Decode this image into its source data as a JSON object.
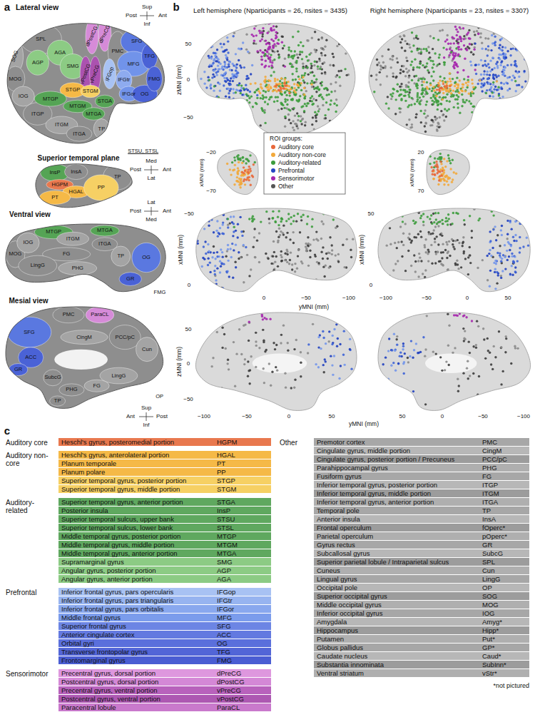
{
  "diagram": {
    "nodes": [
      {
        "text": [
          "Heschl's gyrus, posteromedial portion",
          "HGPM"
        ]
      },
      {
        "text": [
          "Heschl's gyrus, anterolateral portion",
          "HGAL"
        ]
      },
      {
        "text": [
          "Planum temporale",
          "PT"
        ]
      },
      {
        "text": [
          "Planum polare",
          "PP"
        ]
      },
      {
        "text": [
          "Superior temporal gyrus, posterior portion",
          "STGP"
        ]
      },
      {
        "text": [
          "Superior temporal gyrus, middle portion",
          "STGM"
        ]
      },
      {
        "text": [
          "Superior temporal gyrus, anterior portion",
          "STGA"
        ]
      },
      {
        "text": [
          "Posterior insula",
          "InsP"
        ]
      },
      {
        "text": [
          "Superior temporal sulcus, upper bank",
          "STSU"
        ]
      },
      {
        "text": [
          "Superior temporal sulcus, lower bank",
          "STSL"
        ]
      },
      {
        "text": [
          "Middle temporal gyrus, posterior portion",
          "MTGP"
        ]
      },
      {
        "text": [
          "Middle temporal gyrus, middle portion",
          "MTGM"
        ]
      },
      {
        "text": [
          "Middle temporal gyrus, anterior portion",
          "MTGA"
        ]
      },
      {
        "text": [
          "Supramarginal gyrus",
          "SMG"
        ]
      },
      {
        "text": [
          "Angular gyrus, posterior portion",
          "AGP"
        ]
      },
      {
        "text": [
          "Angular gyrus, anterior portion",
          "AGA"
        ]
      },
      {
        "text": [
          "Inferior frontal gyrus, pars opercularis",
          "IFGop"
        ]
      },
      {
        "text": [
          "Inferior frontal gyrus, pars triangularis",
          "IFGtr"
        ]
      },
      {
        "text": [
          "Inferior frontal gyrus, pars orbitalis",
          "IFGor"
        ]
      },
      {
        "text": [
          "Middle frontal gyrus",
          "MFG"
        ]
      },
      {
        "text": [
          "Superior frontal gyrus",
          "SFG"
        ]
      },
      {
        "text": [
          "Anterior cingulate cortex",
          "ACC"
        ]
      },
      {
        "text": [
          "Orbital gyri",
          "OG"
        ]
      },
      {
        "text": [
          "Transverse frontopolar gyrus",
          "TFG"
        ]
      },
      {
        "text": [
          "Frontomarginal gyrus",
          "FMG"
        ]
      },
      {
        "text": [
          "Precentral gyrus, dorsal portion",
          "dPreCG"
        ]
      },
      {
        "text": [
          "Postcentral gyrus, dorsal portion",
          "dPostCG"
        ]
      },
      {
        "text": [
          "Precentral gyrus, ventral portion",
          "vPreCG"
        ]
      },
      {
        "text": [
          "Postcentral gyrus, ventral portion",
          "vPostCG"
        ]
      },
      {
        "text": [
          "Paracentral lobule",
          "ParaCL"
        ]
      },
      {
        "text": [
          "Premotor cortex",
          "PMC"
        ]
      },
      {
        "text": [
          "Cingulate gyrus, middle portion",
          "CingM"
        ]
      },
      {
        "text": [
          "Cingulate gyrus, posterior portion / Precuneus",
          "PCC/pC"
        ]
      },
      {
        "text": [
          "Parahippocampal gyrus",
          "PHG"
        ]
      },
      {
        "text": [
          "Fusiform gyrus",
          "FG"
        ]
      },
      {
        "text": [
          "Inferior temporal gyrus, posterior portion",
          "ITGP"
        ]
      },
      {
        "text": [
          "Inferior temporal gyrus, middle portion",
          "ITGM"
        ]
      },
      {
        "text": [
          "Inferior temporal gyrus, anterior portion",
          "ITGA"
        ]
      },
      {
        "text": [
          "Temporal pole",
          "TP"
        ]
      },
      {
        "text": [
          "Anterior insula",
          "InsA"
        ]
      },
      {
        "text": [
          "Frontal operculum",
          "fOperc*"
        ]
      },
      {
        "text": [
          "Parietal operculum",
          "pOperc*"
        ]
      },
      {
        "text": [
          "Gyrus rectus",
          "GR"
        ]
      },
      {
        "text": [
          "Subcallosal gyrus",
          "SubcG"
        ]
      },
      {
        "text": [
          "Superior parietal lobule / Intraparietal sulcus",
          "SPL"
        ]
      },
      {
        "text": [
          "Cuneus",
          "Cun"
        ]
      },
      {
        "text": [
          "Lingual gyrus",
          "LingG"
        ]
      },
      {
        "text": [
          "Occipital pole",
          "OP"
        ]
      },
      {
        "text": [
          "Superior occipital gyrus",
          "SOG"
        ]
      },
      {
        "text": [
          "Middle occipital gyrus",
          "MOG"
        ]
      },
      {
        "text": [
          "Inferior occipital gyrus",
          "IOG"
        ]
      },
      {
        "text": [
          "Amygdala",
          "Amyg*"
        ]
      },
      {
        "text": [
          "Hippocampus",
          "Hipp*"
        ]
      },
      {
        "text": [
          "Putamen",
          "Put*"
        ]
      },
      {
        "text": [
          "Globus pallidus",
          "GP*"
        ]
      },
      {
        "text": [
          "Caudate nucleus",
          "Caud*"
        ]
      },
      {
        "text": [
          "Substantia innominata",
          "SubInn*"
        ]
      },
      {
        "text": [
          "Ventral striatum",
          "vStr*"
        ]
      }
    ],
    "labels": [
      "a",
      "Lateral view",
      "Sup",
      "Post",
      "Ant",
      "Inf",
      "SPL",
      "SOG",
      "AGA",
      "SMG",
      "AGP",
      "dPreCG",
      "dPostCG",
      "vPostCG",
      "vPreCG",
      "PMC",
      "SFG",
      "MFG",
      "IFGop",
      "IFGtr",
      "IFGor",
      "OG",
      "TFG",
      "FMG",
      "STGP",
      "STGM",
      "STGA",
      "MOG",
      "IOG",
      "ITGP",
      "MTGP",
      "MTGM",
      "ITGM",
      "MTGA",
      "ITGA",
      "TP",
      "STSU, STSL",
      "Superior temporal plane",
      "Med",
      "Post",
      "Ant",
      "Lat",
      "InsP",
      "InsA",
      "TP",
      "HGPM",
      "HGAL",
      "PT",
      "PP",
      "Ventral view",
      "Lat",
      "Post",
      "Ant",
      "Med",
      "MTGP",
      "MOG",
      "IOG",
      "ITGM",
      "MTGA",
      "ITGA",
      "FG",
      "PHG",
      "TP",
      "LingG",
      "GR",
      "OG",
      "FMG",
      "Mesial view",
      "PMC",
      "ParaCL",
      "SFG",
      "CingM",
      "PCC/pC",
      "ACC",
      "Cun",
      "SubcG",
      "LingG",
      "GR",
      "PHG",
      "FG",
      "TP",
      "OP",
      "Sup",
      "Ant",
      "Post",
      "Inf",
      "b",
      "Left hemisphere (Nparticipants = 26, nsites = 3435)",
      "Right hemisphere (Nparticipants = 23, nsites = 3307)",
      "zMNI (mm)",
      "50",
      "0",
      "−50",
      "xMNI (mm)",
      "−20",
      "−70",
      "xMNI (mm)",
      "20",
      "70",
      "ROI groups:",
      "xMNI (mm)",
      "−50",
      "0",
      "xMNI (mm)",
      "50",
      "0",
      "0",
      "−50",
      "−100",
      "50",
      "0",
      "−50",
      "−100",
      "yMNI (mm)",
      "zMNI (mm)",
      "50",
      "0",
      "−50",
      "−100",
      "−50",
      "0",
      "50",
      "50",
      "0",
      "−50",
      "−100",
      "yMNI (mm)",
      "c",
      "Auditory core",
      "Auditory non-core",
      "Auditory-related",
      "Prefrontal",
      "Sensorimotor",
      "Other",
      "*not pictured"
    ],
    "legend": [
      {
        "text": "Auditory core",
        "color": "#e8683a"
      },
      {
        "text": "Auditory non-core",
        "color": "#f2a93b"
      },
      {
        "text": "Auditory-related",
        "color": "#3d9c3d"
      },
      {
        "text": "Prefrontal",
        "color": "#2545c4"
      },
      {
        "text": "Sensorimotor",
        "color": "#a526ad"
      },
      {
        "text": "Other",
        "color": "#555555"
      }
    ]
  }
}
